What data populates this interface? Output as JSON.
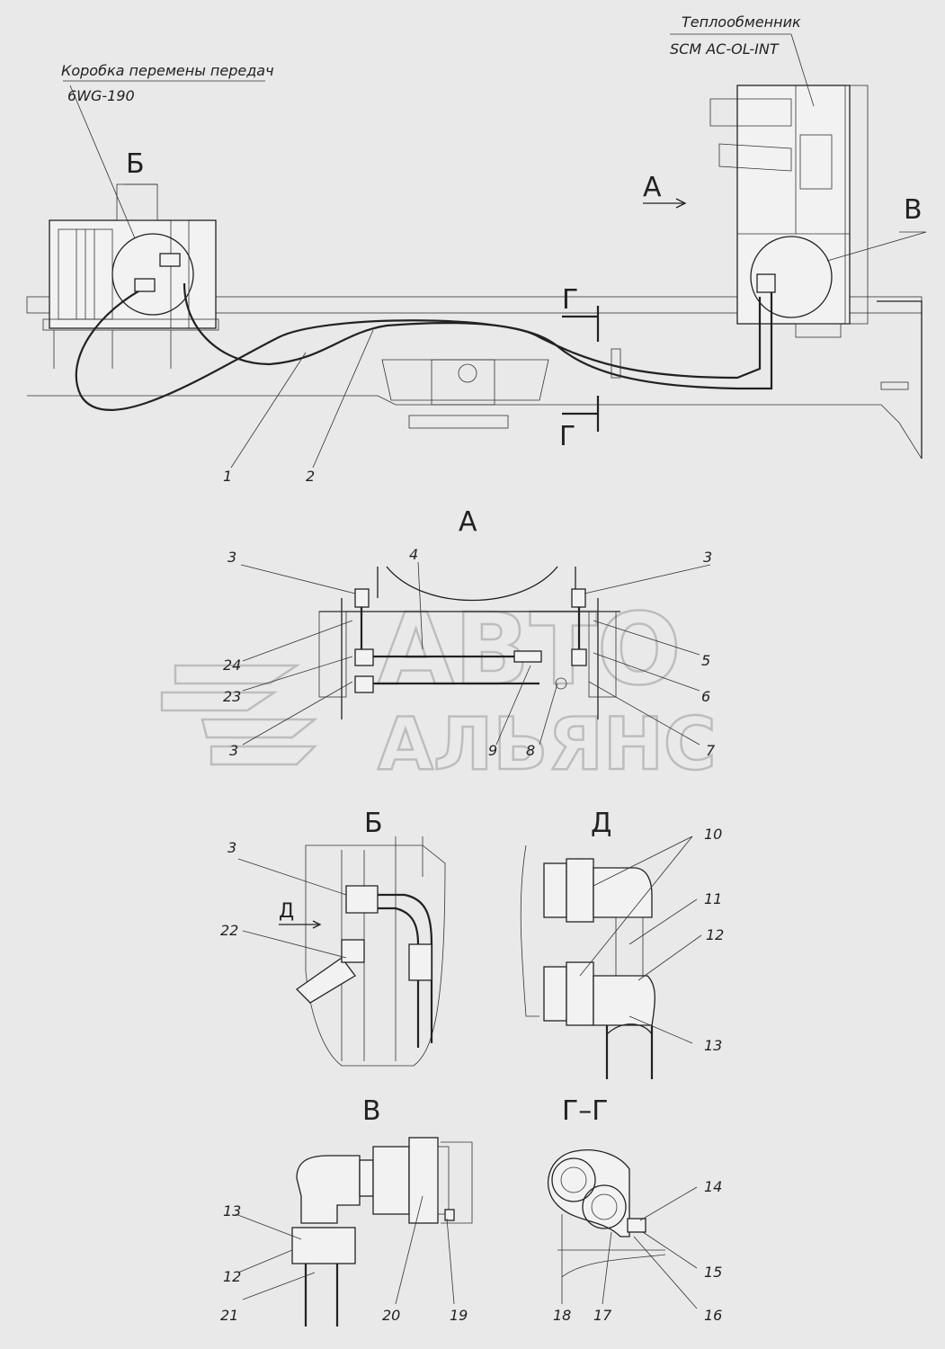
{
  "annotations": {
    "gearbox_label": "Коробка перемены передач",
    "gearbox_model": "6WG-190",
    "heat_exchanger_label": "Теплообменник",
    "heat_exchanger_model": "SCM AC-OL-INT"
  },
  "views": {
    "a": "А",
    "b": "Б",
    "v": "В",
    "g": "Г",
    "gg": "Г–Г",
    "d": "Д"
  },
  "callouts": {
    "n1": "1",
    "n2": "2",
    "n3": "3",
    "n4": "4",
    "n5": "5",
    "n6": "6",
    "n7": "7",
    "n8": "8",
    "n9": "9",
    "n10": "10",
    "n11": "11",
    "n12": "12",
    "n13": "13",
    "n14": "14",
    "n15": "15",
    "n16": "16",
    "n17": "17",
    "n18": "18",
    "n19": "19",
    "n20": "20",
    "n21": "21",
    "n22": "22",
    "n23": "23",
    "n24": "24"
  },
  "watermark": {
    "line1": "АВТО",
    "line2": "АЛЬЯНС"
  },
  "colors": {
    "background": "#e9e9e9",
    "line": "#222222",
    "watermark": "#bdbdbd"
  }
}
